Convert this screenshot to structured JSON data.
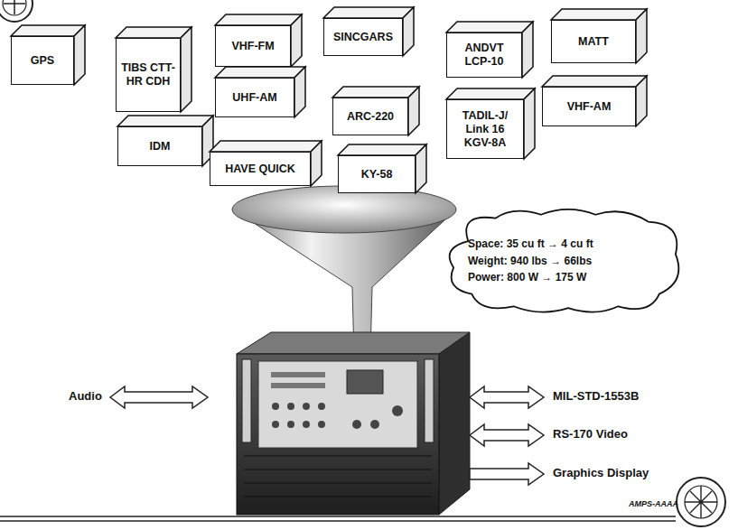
{
  "diagram": {
    "nodes": [
      {
        "text": [
          "GPS"
        ]
      },
      {
        "text": [
          "TIBS CTT-HR CDH"
        ]
      },
      {
        "text": [
          "VHF-FM"
        ]
      },
      {
        "text": [
          "SINCGARS"
        ]
      },
      {
        "text": [
          "ANDVT LCP-10"
        ]
      },
      {
        "text": [
          "MATT"
        ]
      },
      {
        "text": [
          "UHF-AM"
        ]
      },
      {
        "text": [
          "ARC-220"
        ]
      },
      {
        "text": [
          "TADIL-J/ Link 16 KGV-8A"
        ]
      },
      {
        "text": [
          "VHF-AM"
        ]
      },
      {
        "text": [
          "IDM"
        ]
      },
      {
        "text": [
          "HAVE QUICK"
        ]
      },
      {
        "text": [
          "KY-58"
        ]
      },
      {
        "text": [
          "Space: 35 cu ft → 4 cu ft",
          "Weight: 940 lbs → 66lbs",
          "Power: 800 W → 175 W"
        ]
      }
    ],
    "labels": [
      "Audio",
      "MIL-STD-1553B",
      "RS-170 Video",
      "Graphics Display",
      "AMPS-AAAA"
    ]
  }
}
